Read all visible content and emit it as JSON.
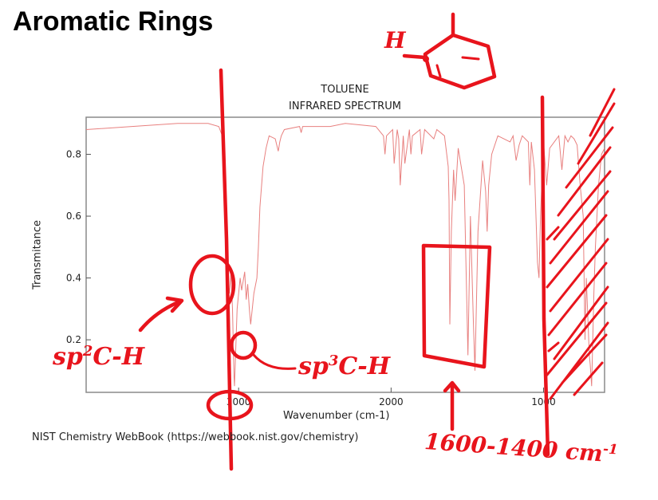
{
  "slide": {
    "title": "Aromatic Rings"
  },
  "colors": {
    "spectrum": "#e8807f",
    "ink": "#e8141c",
    "frame": "#8a8a8a"
  },
  "chart_data": {
    "type": "line",
    "title": "TOLUENE",
    "subtitle": "INFRARED SPECTRUM",
    "xlabel": "Wavenumber (cm-1)",
    "ylabel": "Transmitance",
    "xlim": [
      4000,
      600
    ],
    "x_reversed": true,
    "ylim": [
      0.03,
      0.92
    ],
    "xticks": [
      3000,
      2000,
      1000
    ],
    "xtick_labels": [
      "3000",
      "2000",
      "1000"
    ],
    "yticks": [
      0.2,
      0.4,
      0.6,
      0.8
    ],
    "ytick_labels": [
      "0.2",
      "0.4",
      "0.6",
      "0.8"
    ],
    "grid": false,
    "series": [
      {
        "x": [
          4000,
          3700,
          3400,
          3200,
          3130,
          3100,
          3090,
          3080,
          3060,
          3050,
          3040,
          3030,
          3027,
          3010,
          2990,
          2980,
          2960,
          2950,
          2940,
          2930,
          2921,
          2900,
          2880,
          2870,
          2860,
          2840,
          2820,
          2800,
          2760,
          2740,
          2730,
          2720,
          2700,
          2600,
          2590,
          2580,
          2500,
          2400,
          2300,
          2100,
          2050,
          2040,
          2030,
          1990,
          1980,
          1960,
          1950,
          1940,
          1920,
          1910,
          1880,
          1870,
          1860,
          1810,
          1800,
          1780,
          1720,
          1700,
          1650,
          1625,
          1620,
          1615,
          1605,
          1590,
          1580,
          1560,
          1520,
          1496,
          1480,
          1460,
          1450,
          1430,
          1400,
          1380,
          1370,
          1360,
          1340,
          1300,
          1220,
          1200,
          1180,
          1160,
          1140,
          1100,
          1090,
          1080,
          1060,
          1040,
          1030,
          1020,
          1000,
          980,
          960,
          900,
          880,
          860,
          840,
          820,
          800,
          780,
          760,
          740,
          728,
          720,
          700,
          694,
          685,
          670,
          660,
          640,
          620,
          600
        ],
        "y": [
          0.88,
          0.89,
          0.9,
          0.9,
          0.89,
          0.85,
          0.7,
          0.45,
          0.35,
          0.42,
          0.3,
          0.08,
          0.05,
          0.3,
          0.4,
          0.36,
          0.42,
          0.33,
          0.38,
          0.3,
          0.25,
          0.35,
          0.4,
          0.5,
          0.63,
          0.76,
          0.82,
          0.86,
          0.85,
          0.81,
          0.84,
          0.86,
          0.88,
          0.89,
          0.87,
          0.89,
          0.89,
          0.89,
          0.9,
          0.89,
          0.86,
          0.8,
          0.86,
          0.88,
          0.77,
          0.88,
          0.85,
          0.7,
          0.86,
          0.77,
          0.88,
          0.8,
          0.86,
          0.88,
          0.8,
          0.88,
          0.85,
          0.88,
          0.86,
          0.76,
          0.65,
          0.25,
          0.55,
          0.75,
          0.65,
          0.82,
          0.7,
          0.15,
          0.6,
          0.25,
          0.1,
          0.55,
          0.78,
          0.68,
          0.55,
          0.7,
          0.8,
          0.86,
          0.84,
          0.86,
          0.78,
          0.83,
          0.86,
          0.84,
          0.7,
          0.84,
          0.75,
          0.45,
          0.4,
          0.6,
          0.84,
          0.7,
          0.82,
          0.86,
          0.75,
          0.86,
          0.84,
          0.86,
          0.85,
          0.83,
          0.7,
          0.6,
          0.2,
          0.4,
          0.15,
          0.12,
          0.05,
          0.35,
          0.5,
          0.7,
          0.8,
          0.82
        ]
      }
    ]
  },
  "credit": "NIST Chemistry WebBook (https://webbook.nist.gov/chemistry)",
  "annotations": {
    "h_label": "H",
    "sp2_base": "sp",
    "sp2_sup": "2",
    "sp2_rest": "C-H",
    "sp3_base": "sp",
    "sp3_sup": "3",
    "sp3_rest": "C-H",
    "range": "1600-1400 cm",
    "range_sup": "-1"
  }
}
